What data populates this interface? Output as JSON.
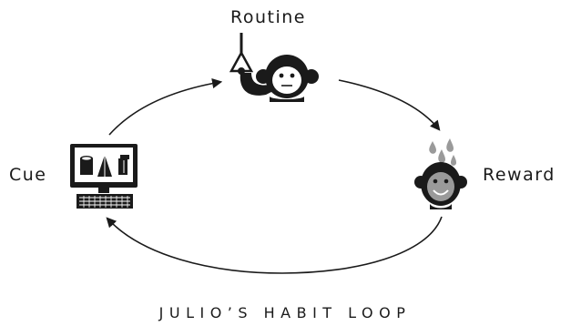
{
  "diagram": {
    "nodes": {
      "routine": {
        "label": "Routine",
        "icon": "monkey-pulling-lever-icon"
      },
      "reward": {
        "label": "Reward",
        "icon": "monkey-with-juice-drops-icon"
      },
      "cue": {
        "label": "Cue",
        "icon": "computer-with-shapes-icon"
      }
    },
    "caption": "JULIO’S HABIT LOOP",
    "colors": {
      "ink": "#1a1a1a",
      "drop": "#9a9a9a",
      "face": "#9a9a9a",
      "background": "#ffffff"
    }
  }
}
